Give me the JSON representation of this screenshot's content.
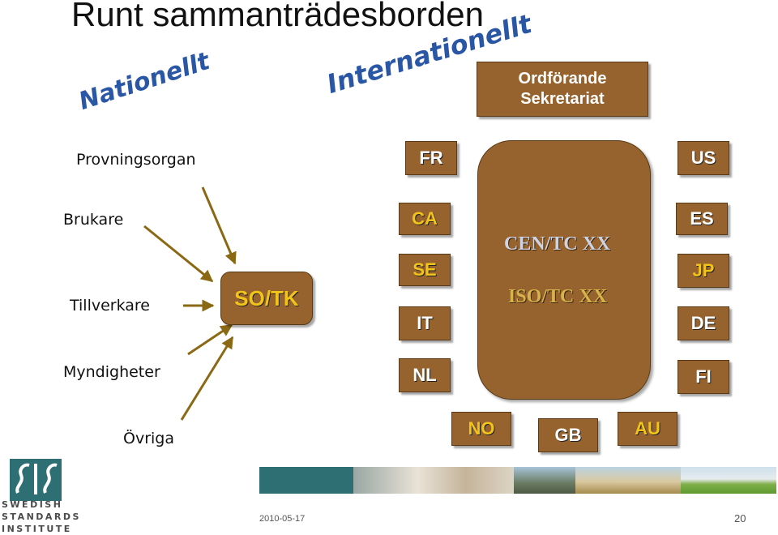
{
  "title": "Runt sammanträdesborden",
  "headings": {
    "national": "Nationellt",
    "international": "Internationellt"
  },
  "chair_box": {
    "line1": "Ordförande",
    "line2": "Sekretariat"
  },
  "national_side": {
    "provningsorgan": "Provningsorgan",
    "brukare": "Brukare",
    "tillverkare": "Tillverkare",
    "myndigheter": "Myndigheter",
    "ovriga": "Övriga",
    "sotk": "SO/TK"
  },
  "committee": {
    "cen": "CEN/TC XX",
    "iso": "ISO/TC XX"
  },
  "countries": {
    "fr": "FR",
    "us": "US",
    "ca": "CA",
    "es": "ES",
    "se": "SE",
    "jp": "JP",
    "it": "IT",
    "de": "DE",
    "nl": "NL",
    "fi": "FI",
    "no": "NO",
    "gb": "GB",
    "au": "AU"
  },
  "colors": {
    "box_brown": "#96632f",
    "arrow": "#8b6914",
    "heading_blue": "#2a56a6",
    "yellow_text": "#f2c41a",
    "cen_text": "#cfd3df",
    "iso_text": "#d6b44a"
  },
  "footer": {
    "date": "2010-05-17",
    "page": "20",
    "logo_line1": "SWEDISH",
    "logo_line2": "STANDARDS",
    "logo_line3": "INSTITUTE"
  }
}
